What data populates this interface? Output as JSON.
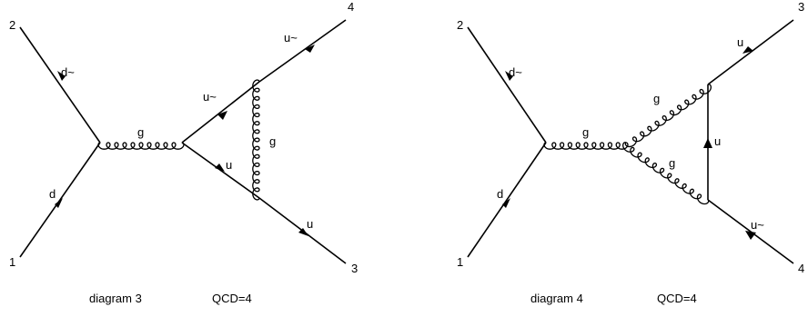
{
  "diagrams": [
    {
      "caption": "diagram 3",
      "order": "QCD=4",
      "vertex_labels": [
        "1",
        "2",
        "3",
        "4"
      ],
      "particle_labels": {
        "d": "d",
        "dbar": "d~",
        "g_s": "g",
        "u_in": "u~",
        "u_mid": "u",
        "g_loop": "g",
        "u_out": "u",
        "ubar_out": "u~"
      }
    },
    {
      "caption": "diagram 4",
      "order": "QCD=4",
      "vertex_labels": [
        "1",
        "2",
        "3",
        "4"
      ],
      "particle_labels": {
        "d": "d",
        "dbar": "d~",
        "g_s": "g",
        "g_up": "g",
        "g_down": "g",
        "u_loop": "u",
        "u_out": "u",
        "ubar_out": "u~"
      }
    }
  ]
}
